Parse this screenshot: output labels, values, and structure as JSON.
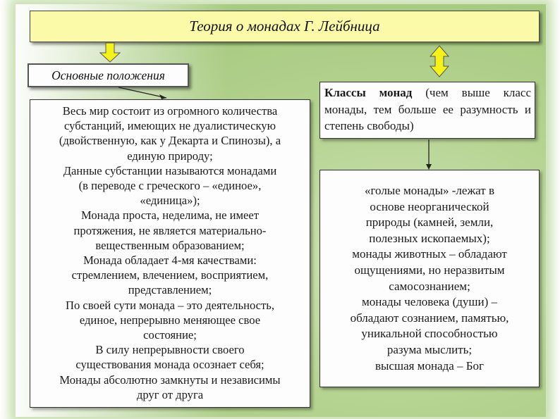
{
  "title": "Теория о монадах Г. Лейбница",
  "main_label": "Основные положения",
  "main_points_lines": [
    "Весь мир состоит из огромного количества",
    "субстанций, имеющих не дуалистическую",
    "(двойственную, как у Декарта и Спинозы), а",
    "единую природу;",
    "Данные субстанции называются монадами",
    "(в переводе с греческого – «единое»,",
    "«единица»);",
    "Монада проста, неделима, не имеет",
    "протяжения, не является материально-",
    "вещественным образованием;",
    "Монада обладает 4-мя качествами:",
    "стремлением, влечением, восприятием,",
    "представлением;",
    "По своей сути монада – это деятельность,",
    "единое, непрерывно меняющее свое",
    "состояние;",
    "В силу непрерывности своего",
    "существования монада осознает себя;",
    "Монады абсолютно замкнуты и независимы",
    "друг от друга"
  ],
  "classes": {
    "heading": "Классы монад",
    "text": "(чем выше класс монады, тем больше ее разумность и степень свободы)"
  },
  "monad_types_lines": [
    "«голые монады» -лежат в",
    "основе неорганической",
    "природы (камней, земли,",
    "полезных ископаемых);",
    "монады животных – обладают",
    "ощущениями, но неразвитым",
    "самосознанием;",
    "монады человека (души) –",
    "обладают сознанием, памятью,",
    "уникальной способностью",
    "разума мыслить;",
    "высшая монада – Бог"
  ],
  "colors": {
    "title_background": "#fafaa8",
    "arrow_fill": "#f5f21a",
    "backdrop_green": "#b5d391"
  }
}
